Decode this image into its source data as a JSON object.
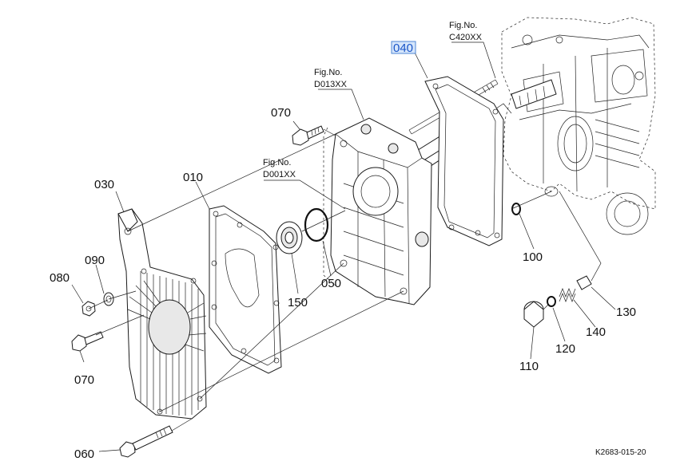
{
  "diagram": {
    "code": "K2683-015-20",
    "fig_refs": [
      {
        "title": "Fig.No.",
        "code": "C420XX"
      },
      {
        "title": "Fig.No.",
        "code": "D013XX"
      },
      {
        "title": "Fig.No.",
        "code": "D001XX"
      }
    ],
    "callouts": {
      "c040": "040",
      "c070a": "070",
      "c030": "030",
      "c010": "010",
      "c090": "090",
      "c080": "080",
      "c070b": "070",
      "c060": "060",
      "c150": "150",
      "c050": "050",
      "c100": "100",
      "c130": "130",
      "c140": "140",
      "c120": "120",
      "c110": "110"
    },
    "selected_callout": "040"
  }
}
